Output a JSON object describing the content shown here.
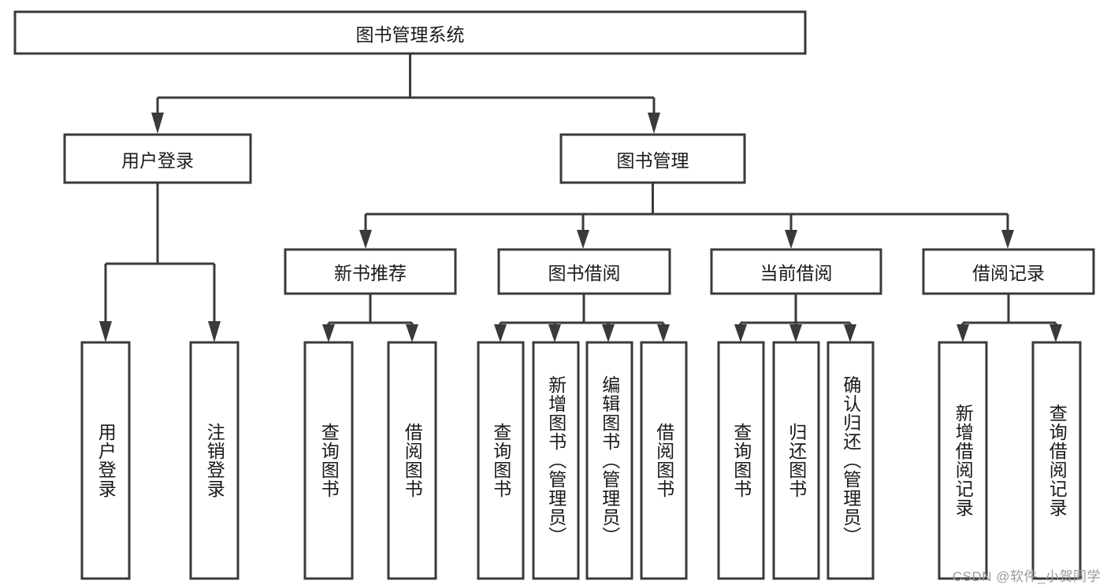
{
  "diagram": {
    "type": "tree-hierarchy",
    "title": "图书管理系统",
    "watermark": "CSDN @软件_小贺同学",
    "colors": {
      "background": "#ffffff",
      "box_fill": "#ffffff",
      "box_stroke": "#3a3a3a",
      "text": "#1a1a1a",
      "watermark": "#9a9a9a"
    },
    "levels": {
      "root": {
        "label": "图书管理系统"
      },
      "level2": [
        {
          "label": "用户登录"
        },
        {
          "label": "图书管理"
        }
      ],
      "level3": [
        {
          "label": "新书推荐",
          "parent": "图书管理"
        },
        {
          "label": "图书借阅",
          "parent": "图书管理"
        },
        {
          "label": "当前借阅",
          "parent": "图书管理"
        },
        {
          "label": "借阅记录",
          "parent": "图书管理"
        }
      ],
      "leaves": [
        {
          "label": "用户登录",
          "parent": "用户登录"
        },
        {
          "label": "注销登录",
          "parent": "用户登录"
        },
        {
          "label": "查询图书",
          "parent": "新书推荐"
        },
        {
          "label": "借阅图书",
          "parent": "新书推荐"
        },
        {
          "label": "查询图书",
          "parent": "图书借阅"
        },
        {
          "label": "新增图书（管理员）",
          "parent": "图书借阅"
        },
        {
          "label": "编辑图书（管理员）",
          "parent": "图书借阅"
        },
        {
          "label": "借阅图书",
          "parent": "图书借阅"
        },
        {
          "label": "查询图书",
          "parent": "当前借阅"
        },
        {
          "label": "归还图书",
          "parent": "当前借阅"
        },
        {
          "label": "确认归还（管理员）",
          "parent": "当前借阅"
        },
        {
          "label": "新增借阅记录",
          "parent": "借阅记录"
        },
        {
          "label": "查询借阅记录",
          "parent": "借阅记录"
        }
      ]
    }
  }
}
